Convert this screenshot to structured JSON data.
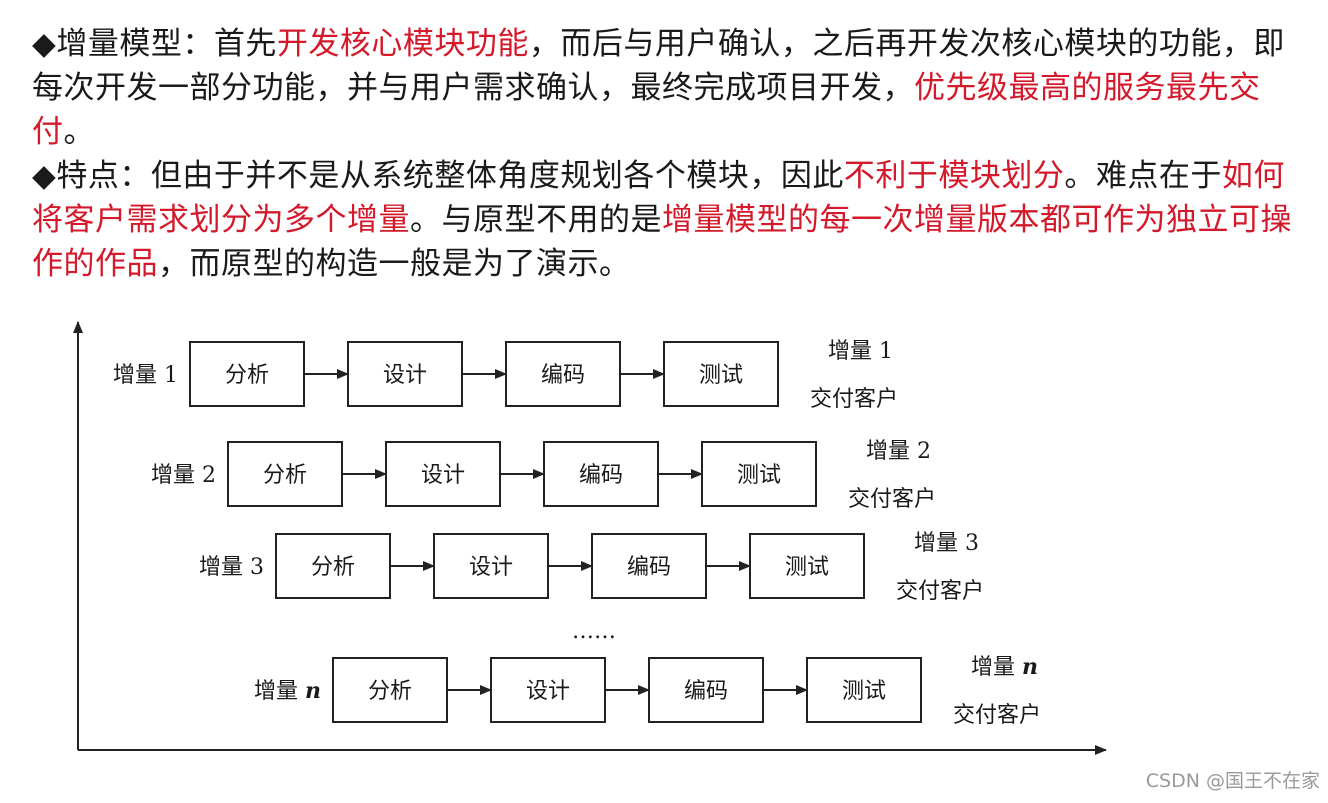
{
  "paragraphs": [
    [
      {
        "text": "◆增量模型：首先",
        "red": false
      },
      {
        "text": "开发核心模块功能",
        "red": true
      },
      {
        "text": "，而后与用户确认，之后再开发次核心模块的功能，即每次开发一部分功能，并与用户需求确认，最终完成项目开发，",
        "red": false
      },
      {
        "text": "优先级最高的服务最先交付",
        "red": true
      },
      {
        "text": "。",
        "red": false
      }
    ],
    [
      {
        "text": "◆特点：但由于并不是从系统整体角度规划各个模块，因此",
        "red": false
      },
      {
        "text": "不利于模块划分",
        "red": true
      },
      {
        "text": "。难点在于",
        "red": false
      },
      {
        "text": "如何将客户需求划分为多个增量",
        "red": true
      },
      {
        "text": "。与原型不用的是",
        "red": false
      },
      {
        "text": "增量模型的每一次增量版本都可作为独立可操作的作品",
        "red": true
      },
      {
        "text": "，而原型的构造一般是为了演示。",
        "red": false
      }
    ]
  ],
  "diagram": {
    "rows": [
      {
        "label_prefix": "增量 ",
        "label_num": "1",
        "delivery_line1": "增量 1",
        "delivery_line2": "交付客户"
      },
      {
        "label_prefix": "增量 ",
        "label_num": "2",
        "delivery_line1": "增量 2",
        "delivery_line2": "交付客户"
      },
      {
        "label_prefix": "增量 ",
        "label_num": "3",
        "delivery_line1": "增量 3",
        "delivery_line2": "交付客户"
      },
      {
        "label_prefix": "增量 ",
        "label_num": "n",
        "delivery_line1": "增量 n",
        "delivery_line2": "交付客户"
      }
    ],
    "steps": [
      "分析",
      "设计",
      "编码",
      "测试"
    ],
    "ellipsis": "……"
  },
  "watermark": "CSDN @国王不在家"
}
